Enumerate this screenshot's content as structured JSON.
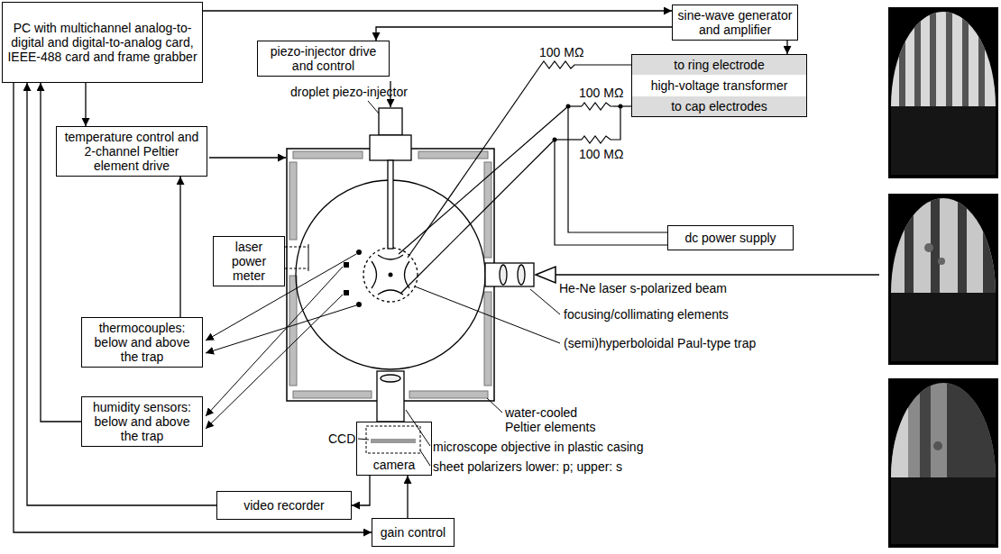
{
  "diagram": {
    "nodes": [
      {
        "text": [
          "PC with multichannel analog-to-digital and digital-to-analog card, IEEE-488 card and frame grabber"
        ]
      },
      {
        "text": [
          "sine-wave generator and amplifier"
        ]
      },
      {
        "text": [
          "piezo-injector drive and control"
        ]
      },
      {
        "text": [
          "to ring electrode",
          "high-voltage transformer",
          "to cap electrodes"
        ]
      },
      {
        "text": [
          "temperature control and 2-channel Peltier element drive"
        ]
      },
      {
        "text": [
          "dc power supply"
        ]
      },
      {
        "text": [
          "laser power meter"
        ]
      },
      {
        "text": [
          "thermocouples: below and above the trap"
        ]
      },
      {
        "text": [
          "humidity sensors: below and above the trap"
        ]
      },
      {
        "text": [
          "camera"
        ]
      },
      {
        "text": [
          "video recorder"
        ]
      },
      {
        "text": [
          "gain control"
        ]
      }
    ],
    "edges": [
      {
        "from": 0,
        "to": 1,
        "arrow": "to"
      },
      {
        "from": 1,
        "to": 2,
        "arrow": "to"
      },
      {
        "from": 1,
        "to": 3,
        "arrow": "to"
      },
      {
        "from": 0,
        "to": 4,
        "arrow": "to"
      },
      {
        "from": 7,
        "to": 4,
        "arrow": "to"
      },
      {
        "from": 8,
        "to": 0,
        "arrow": "to"
      },
      {
        "from": 10,
        "to": 0,
        "arrow": "to"
      },
      {
        "from": 0,
        "to": 11,
        "arrow": "to"
      },
      {
        "from": 9,
        "to": 10,
        "arrow": "to"
      },
      {
        "from": 11,
        "to": 9,
        "arrow": "to"
      }
    ],
    "labels": [
      "droplet piezo-injector",
      "100 MΩ",
      "100 MΩ",
      "100 MΩ",
      "He-Ne laser s-polarized beam",
      "focusing/collimating elements",
      "water-cooled Peltier elements",
      "(semi)hyperboloidal Paul-type trap",
      "microscope objective in plastic casing",
      "CCD",
      "sheet polarizers lower: p; upper: s"
    ]
  }
}
